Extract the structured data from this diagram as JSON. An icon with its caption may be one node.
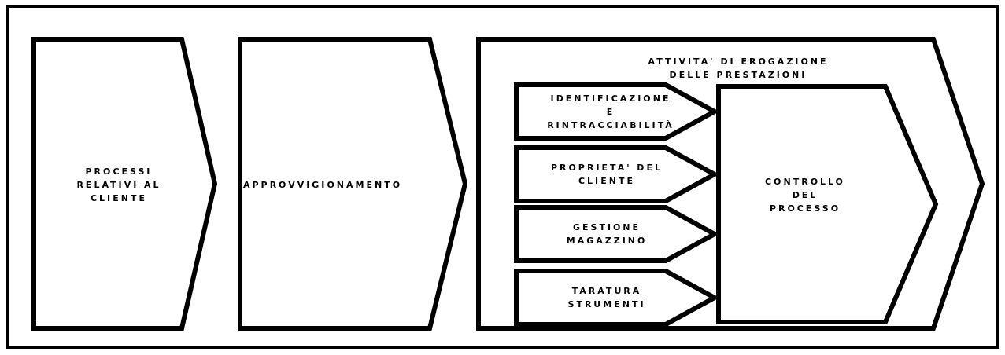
{
  "diagram": {
    "nodes": [
      {
        "text": [
          "PROCESSI RELATIVI AL CLIENTE"
        ]
      },
      {
        "text": [
          "APPROVVIGIONAMENTO"
        ]
      },
      {
        "text": [
          "ATTIVITA' DI EROGAZIONE DELLE PRESTAZIONI"
        ]
      },
      {
        "text": [
          "IDENTIFICAZIONE E RINTRACCIABILITÀ"
        ],
        "in": 2
      },
      {
        "text": [
          "PROPRIETA' DEL CLIENTE"
        ],
        "in": 2
      },
      {
        "text": [
          "GESTIONE MAGAZZINO"
        ],
        "in": 2
      },
      {
        "text": [
          "TARATURA STRUMENTI"
        ],
        "in": 2
      },
      {
        "text": [
          "CONTROLLO DEL PROCESSO"
        ],
        "in": 2
      }
    ]
  }
}
